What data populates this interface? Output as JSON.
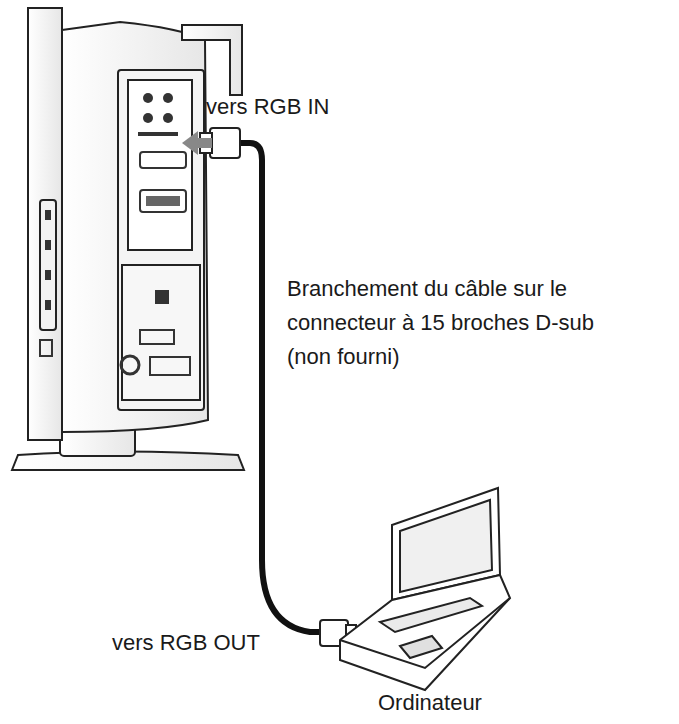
{
  "diagram": {
    "labels": [
      "vers RGB IN",
      "Branchement du câble sur le connecteur à 15 broches D-sub (non fourni)",
      "vers RGB OUT",
      "Ordinateur"
    ]
  }
}
